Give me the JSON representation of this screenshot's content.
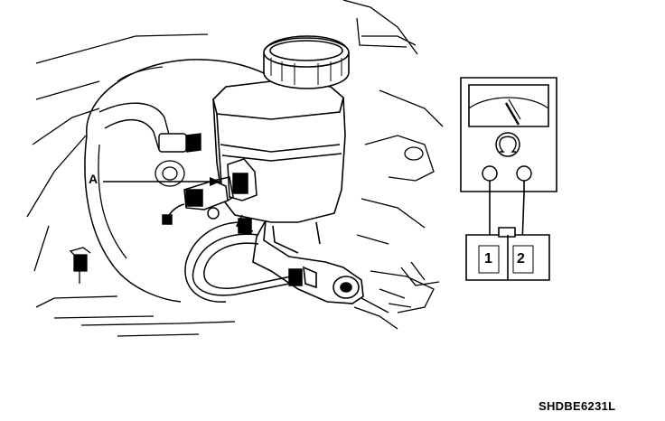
{
  "callouts": {
    "a": "A"
  },
  "connector": {
    "pin1": "1",
    "pin2": "2"
  },
  "figure_code": "SHDBE6231L",
  "icons": {
    "ohmmeter": "ohmmeter-icon",
    "omega": "omega-symbol-icon"
  },
  "colors": {
    "line": "#000000",
    "background": "#ffffff"
  }
}
